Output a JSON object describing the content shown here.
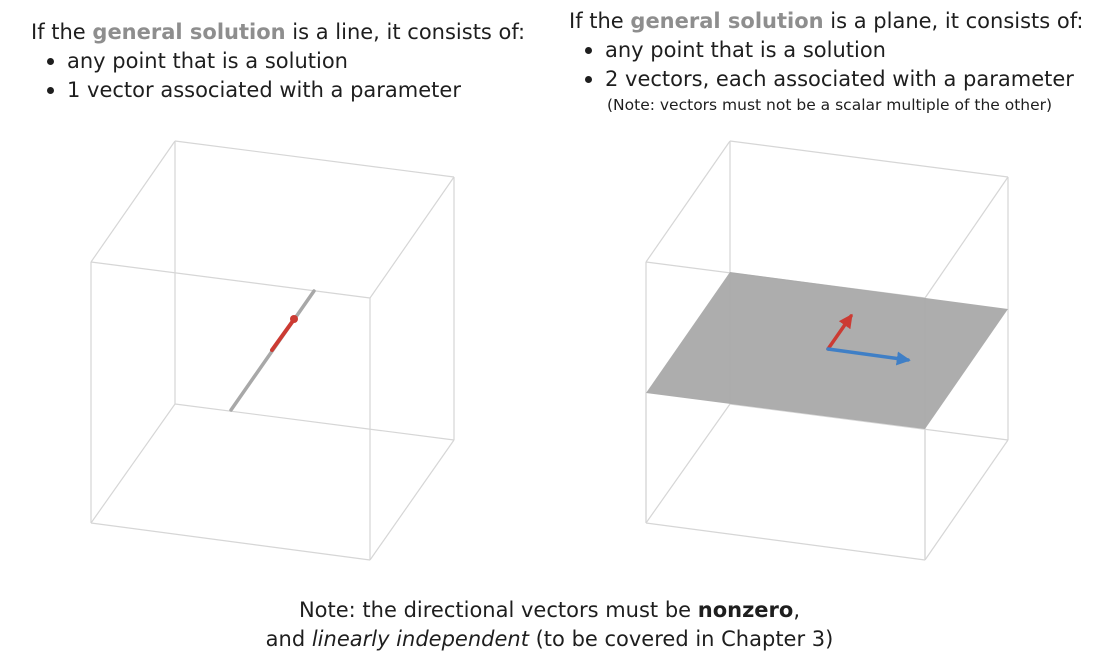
{
  "left": {
    "heading_pre": "If the ",
    "heading_term": "general solution",
    "heading_post": " is a line, it consists of:",
    "bullets": [
      "any point that is a solution",
      "1 vector associated with a parameter"
    ]
  },
  "right": {
    "heading_pre": "If the ",
    "heading_term": "general solution",
    "heading_post": " is a plane, it consists of:",
    "bullets": [
      "any point that is a solution",
      "2 vectors, each associated with a parameter"
    ],
    "note": "(Note: vectors must not be a scalar multiple of the other)"
  },
  "bottom": {
    "line1_pre": "Note: the directional vectors must be ",
    "line1_bold": "nonzero",
    "line1_post": ",",
    "line2_pre": "and ",
    "line2_italic": "linearly independent",
    "line2_post": " (to be covered in Chapter 3)"
  },
  "colors": {
    "term_gray": "#8e8e8e",
    "box_edge": "#d6d6d6",
    "solution_line": "#a8a8a8",
    "plane_fill": "#a9a9a9",
    "vector_red": "#cc3b33",
    "vector_blue": "#3f7fc6"
  }
}
